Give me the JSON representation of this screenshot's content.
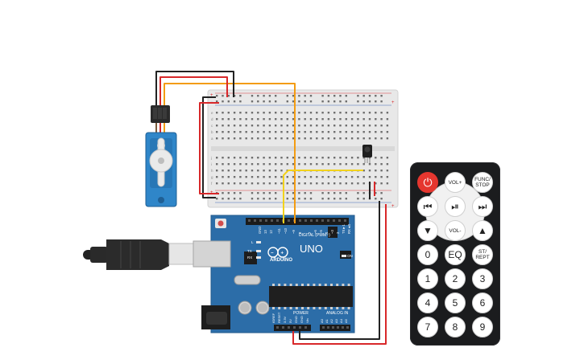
{
  "arduino": {
    "brand": "ARDUINO",
    "model": "UNO",
    "digital_header": "DIGITAL (PWM~)",
    "power_header": "POWER",
    "analog_header": "ANALOG IN",
    "pin_13": "13",
    "pin_12": "12",
    "pin_11": "~11",
    "pin_10": "~10",
    "pin_9": "~9",
    "pin_8": "8",
    "pin_7": "7",
    "pin_6": "~6",
    "pin_5": "~5",
    "pin_4": "4",
    "pin_3": "~3",
    "pin_2": "2",
    "pin_tx": "TX►1",
    "pin_rx": "RX◄0",
    "led_l": "L",
    "led_tx": "TX",
    "led_rx": "RX",
    "led_on": "ON",
    "gnd": "GND",
    "aref": "AREF",
    "p_ioref": "IOREF",
    "p_reset": "RESET",
    "p_33v": "3.3V",
    "p_5v": "5V",
    "p_gnd1": "GND",
    "p_gnd2": "GND",
    "p_vin": "Vin",
    "a0": "A0",
    "a1": "A1",
    "a2": "A2",
    "a3": "A3",
    "a4": "A4",
    "a5": "A5"
  },
  "breadboard": {
    "rows_top": "abcde",
    "rows_bottom": "fghij"
  },
  "remote": {
    "buttons": [
      {
        "label": "⏻",
        "name": "power-button"
      },
      {
        "label": "VOL+",
        "name": "vol-up-button"
      },
      {
        "label": "FUNC/\nSTOP",
        "name": "func-stop-button"
      },
      {
        "label": "⏮",
        "name": "prev-button"
      },
      {
        "label": "⏯",
        "name": "play-pause-button"
      },
      {
        "label": "⏭",
        "name": "next-button"
      },
      {
        "label": "▼",
        "name": "down-button"
      },
      {
        "label": "VOL-",
        "name": "vol-down-button"
      },
      {
        "label": "▲",
        "name": "up-button"
      },
      {
        "label": "0",
        "name": "digit-0-button"
      },
      {
        "label": "EQ",
        "name": "eq-button"
      },
      {
        "label": "ST/\nREPT",
        "name": "st-rept-button"
      },
      {
        "label": "1",
        "name": "digit-1-button"
      },
      {
        "label": "2",
        "name": "digit-2-button"
      },
      {
        "label": "3",
        "name": "digit-3-button"
      },
      {
        "label": "4",
        "name": "digit-4-button"
      },
      {
        "label": "5",
        "name": "digit-5-button"
      },
      {
        "label": "6",
        "name": "digit-6-button"
      },
      {
        "label": "7",
        "name": "digit-7-button"
      },
      {
        "label": "8",
        "name": "digit-8-button"
      },
      {
        "label": "9",
        "name": "digit-9-button"
      }
    ]
  },
  "colors": {
    "board": "#2c6da8",
    "servo": "#2f86c9",
    "wire_orange": "#f39c12",
    "wire_red": "#d8282a",
    "wire_black": "#222222",
    "wire_yellow": "#f2d21b",
    "breadboard": "#e9e9e9"
  }
}
